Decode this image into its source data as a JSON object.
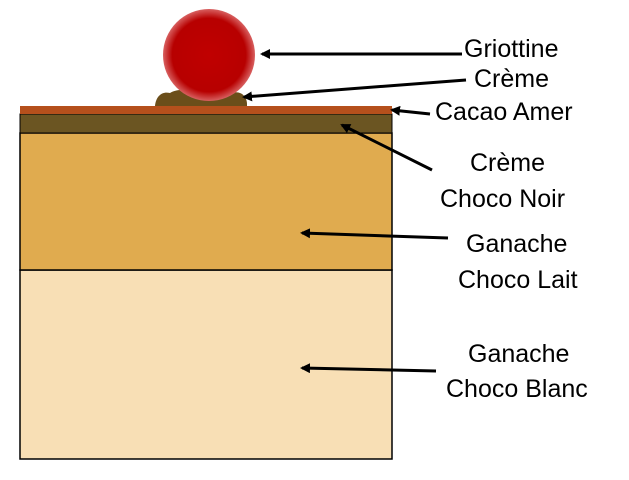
{
  "labels": {
    "griottine": "Griottine",
    "creme_top": "Crème",
    "cacao_amer": "Cacao Amer",
    "creme_choco_noir_1": "Crème",
    "creme_choco_noir_2": "Choco Noir",
    "ganache_lait_1": "Ganache",
    "ganache_lait_2": "Choco Lait",
    "ganache_blanc_1": "Ganache",
    "ganache_blanc_2": "Choco Blanc"
  },
  "colors": {
    "griottine": "#c00000",
    "creme_dollop": "#6b4e1a",
    "cacao_amer": "#b5501c",
    "creme_choco_noir": "#6b5522",
    "ganache_choco_lait": "#e0ab4f",
    "ganache_choco_blanc": "#f8dfb5",
    "outline": "#000000"
  }
}
